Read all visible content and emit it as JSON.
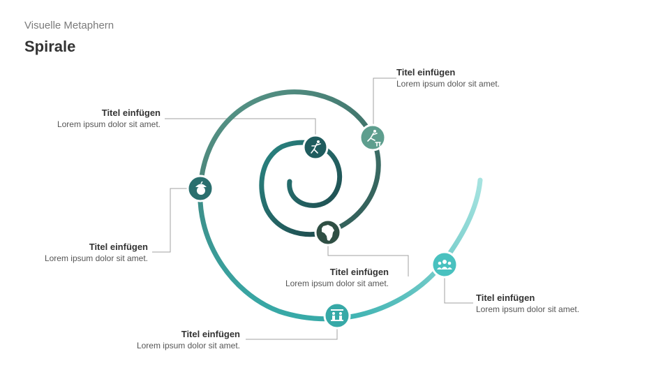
{
  "header": {
    "subtitle": "Visuelle Metaphern",
    "title": "Spirale"
  },
  "nodes": [
    {
      "icon": "runner-icon",
      "title": "Titel einfügen",
      "text": "Lorem ipsum dolor sit amet."
    },
    {
      "icon": "hurdle-icon",
      "title": "Titel einfügen",
      "text": "Lorem ipsum dolor sit amet."
    },
    {
      "icon": "africa-icon",
      "title": "Titel einfügen",
      "text": "Lorem ipsum dolor sit amet."
    },
    {
      "icon": "acorn-icon",
      "title": "Titel einfügen",
      "text": "Lorem ipsum dolor sit amet."
    },
    {
      "icon": "meeting-icon",
      "title": "Titel einfügen",
      "text": "Lorem ipsum dolor sit amet."
    },
    {
      "icon": "team-icon",
      "title": "Titel einfügen",
      "text": "Lorem ipsum dolor sit amet."
    }
  ],
  "colors": {
    "inner": "#1f4f52",
    "mid": "#2b8483",
    "outer": "#3fb5b4",
    "tail": "#9fe0dd",
    "leader": "#9a9a9a"
  }
}
